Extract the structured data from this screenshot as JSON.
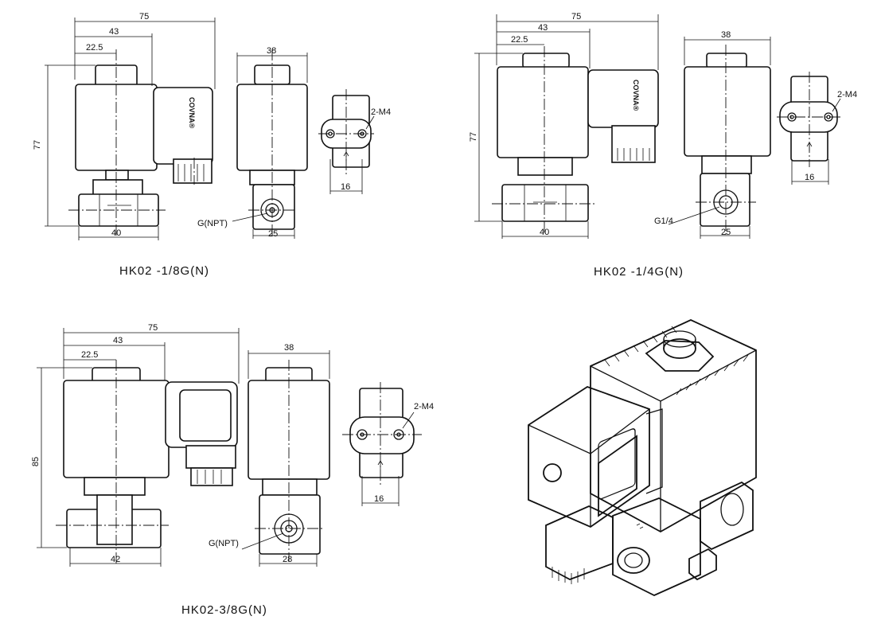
{
  "views": [
    {
      "caption": "HK02 -1/8G(N)",
      "dims": {
        "overall": "75",
        "coil_offset": "43",
        "top_offset": "22.5",
        "height": "77",
        "body_width": "40",
        "side_width": "38",
        "port_width": "25",
        "port_label": "G(NPT)",
        "mount_label": "2-M4",
        "mount_spacing": "16"
      },
      "brand": "COVNA®"
    },
    {
      "caption": "HK02 -1/4G(N)",
      "dims": {
        "overall": "75",
        "coil_offset": "43",
        "top_offset": "22.5",
        "height": "77",
        "body_width": "40",
        "side_width": "38",
        "port_width": "25",
        "port_label": "G1/4",
        "mount_label": "2-M4",
        "mount_spacing": "16"
      },
      "brand": "COVNA®"
    },
    {
      "caption": "HK02-3/8G(N)",
      "dims": {
        "overall": "75",
        "coil_offset": "43",
        "top_offset": "22.5",
        "height": "85",
        "body_width": "42",
        "side_width": "38",
        "port_width": "28",
        "port_label": "G(NPT)",
        "mount_label": "2-M4",
        "mount_spacing": "16"
      }
    }
  ],
  "product_illustration": "isometric-solenoid-valve"
}
